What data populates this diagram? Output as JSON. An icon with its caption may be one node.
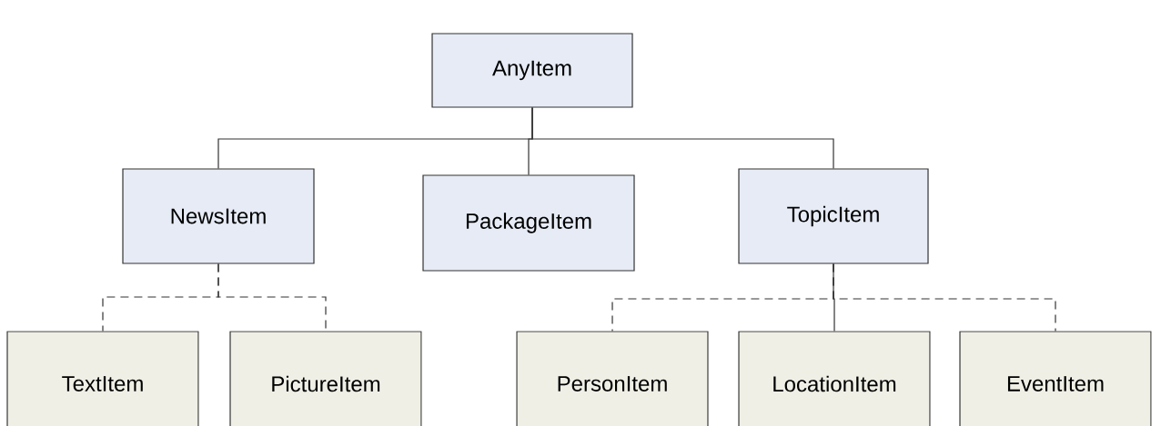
{
  "diagram": {
    "nodes": [
      {
        "text": [
          "AnyItem"
        ]
      },
      {
        "text": [
          "NewsItem"
        ]
      },
      {
        "text": [
          "PackageItem"
        ]
      },
      {
        "text": [
          "TopicItem"
        ]
      },
      {
        "text": [
          "TextItem"
        ]
      },
      {
        "text": [
          "PictureItem"
        ]
      },
      {
        "text": [
          "PersonItem"
        ]
      },
      {
        "text": [
          "LocationItem"
        ]
      },
      {
        "text": [
          "EventItem"
        ]
      }
    ],
    "edges": [
      {
        "from": 0,
        "to": 1,
        "arrow": "none"
      },
      {
        "from": 0,
        "to": 2,
        "arrow": "none"
      },
      {
        "from": 0,
        "to": 3,
        "arrow": "none"
      },
      {
        "from": 1,
        "to": 4,
        "arrow": "none",
        "style": "dashed"
      },
      {
        "from": 1,
        "to": 5,
        "arrow": "none",
        "style": "dashed"
      },
      {
        "from": 3,
        "to": 6,
        "arrow": "none",
        "style": "dashed"
      },
      {
        "from": 3,
        "to": 7,
        "arrow": "none"
      },
      {
        "from": 3,
        "to": 8,
        "arrow": "none",
        "style": "dashed"
      }
    ]
  }
}
